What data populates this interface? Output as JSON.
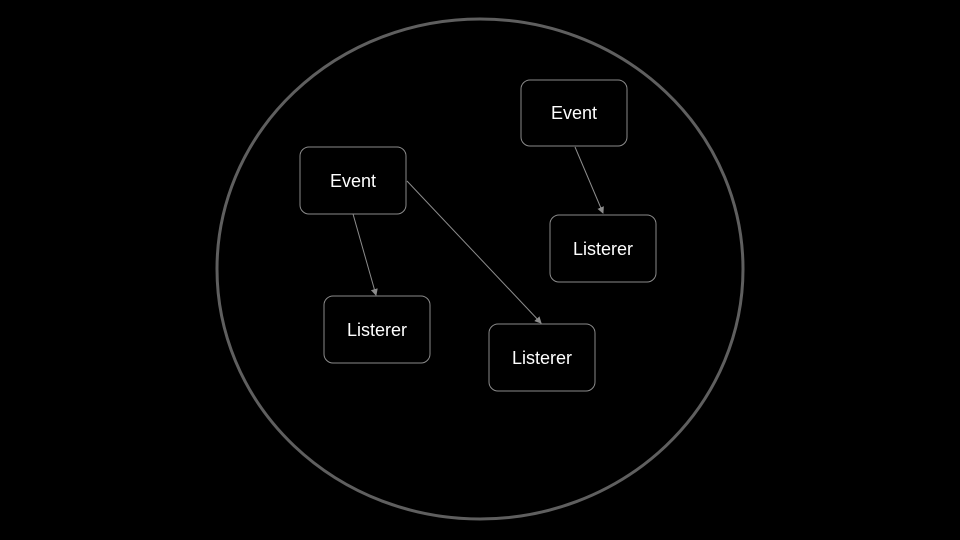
{
  "diagram": {
    "nodes": [
      {
        "id": "event-a",
        "kind": "event",
        "label": "Event"
      },
      {
        "id": "event-b",
        "kind": "event",
        "label": "Event"
      },
      {
        "id": "listener-a",
        "kind": "listener",
        "label": "Listerer"
      },
      {
        "id": "listener-b",
        "kind": "listener",
        "label": "Listerer"
      },
      {
        "id": "listener-c",
        "kind": "listener",
        "label": "Listerer"
      }
    ],
    "edges": [
      {
        "from": "event-a",
        "to": "listener-a"
      },
      {
        "from": "event-a",
        "to": "listener-b"
      },
      {
        "from": "event-b",
        "to": "listener-c"
      }
    ]
  },
  "colors": {
    "background": "#000000",
    "boundary": "#5f5f5f",
    "node_border": "#8a8a8a",
    "edge": "#8c8c8c",
    "text": "#ffffff"
  }
}
